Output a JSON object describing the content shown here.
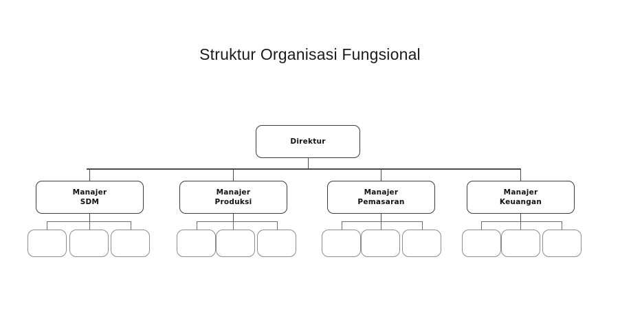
{
  "chart_data": {
    "type": "diagram",
    "diagram_kind": "organizational-chart",
    "title": "Struktur Organisasi Fungsional",
    "orientation": "top-down",
    "levels": 3,
    "colors": {
      "background": "#ffffff",
      "title_text": "#1a1a1a",
      "node_text": "#111111",
      "node_fill": "#ffffff",
      "primary_border": "#3a3a3a",
      "leaf_border": "#8c8c8c",
      "connector": "#4a4a4a",
      "sub_connector": "#6b6b6b"
    },
    "nodes": {
      "root": {
        "id": "direktur",
        "label": "Direktur",
        "level": 1
      },
      "managers": [
        {
          "id": "manajer-sdm",
          "line1": "Manajer",
          "line2": "SDM",
          "level": 2,
          "children": 3
        },
        {
          "id": "manajer-produksi",
          "line1": "Manajer",
          "line2": "Produksi",
          "level": 2,
          "children": 3
        },
        {
          "id": "manajer-pemasaran",
          "line1": "Manajer",
          "line2": "Pemasaran",
          "level": 2,
          "children": 3
        },
        {
          "id": "manajer-keuangan",
          "line1": "Manajer",
          "line2": "Keuangan",
          "level": 2,
          "children": 3
        }
      ],
      "leaves": [
        {
          "id": "sdm-staff-1",
          "label": "",
          "parent": "manajer-sdm"
        },
        {
          "id": "sdm-staff-2",
          "label": "",
          "parent": "manajer-sdm"
        },
        {
          "id": "sdm-staff-3",
          "label": "",
          "parent": "manajer-sdm"
        },
        {
          "id": "produksi-staff-1",
          "label": "",
          "parent": "manajer-produksi"
        },
        {
          "id": "produksi-staff-2",
          "label": "",
          "parent": "manajer-produksi"
        },
        {
          "id": "produksi-staff-3",
          "label": "",
          "parent": "manajer-produksi"
        },
        {
          "id": "pemasaran-staff-1",
          "label": "",
          "parent": "manajer-pemasaran"
        },
        {
          "id": "pemasaran-staff-2",
          "label": "",
          "parent": "manajer-pemasaran"
        },
        {
          "id": "pemasaran-staff-3",
          "label": "",
          "parent": "manajer-pemasaran"
        },
        {
          "id": "keuangan-staff-1",
          "label": "",
          "parent": "manajer-keuangan"
        },
        {
          "id": "keuangan-staff-2",
          "label": "",
          "parent": "manajer-keuangan"
        },
        {
          "id": "keuangan-staff-3",
          "label": "",
          "parent": "manajer-keuangan"
        }
      ]
    }
  },
  "title": "Struktur Organisasi Fungsional",
  "root": {
    "label": "Direktur"
  },
  "managers": [
    {
      "line1": "Manajer",
      "line2": "SDM"
    },
    {
      "line1": "Manajer",
      "line2": "Produksi"
    },
    {
      "line1": "Manajer",
      "line2": "Pemasaran"
    },
    {
      "line1": "Manajer",
      "line2": "Keuangan"
    }
  ],
  "leaves": [
    {
      "label": ""
    },
    {
      "label": ""
    },
    {
      "label": ""
    },
    {
      "label": ""
    },
    {
      "label": ""
    },
    {
      "label": ""
    },
    {
      "label": ""
    },
    {
      "label": ""
    },
    {
      "label": ""
    },
    {
      "label": ""
    },
    {
      "label": ""
    },
    {
      "label": ""
    }
  ]
}
